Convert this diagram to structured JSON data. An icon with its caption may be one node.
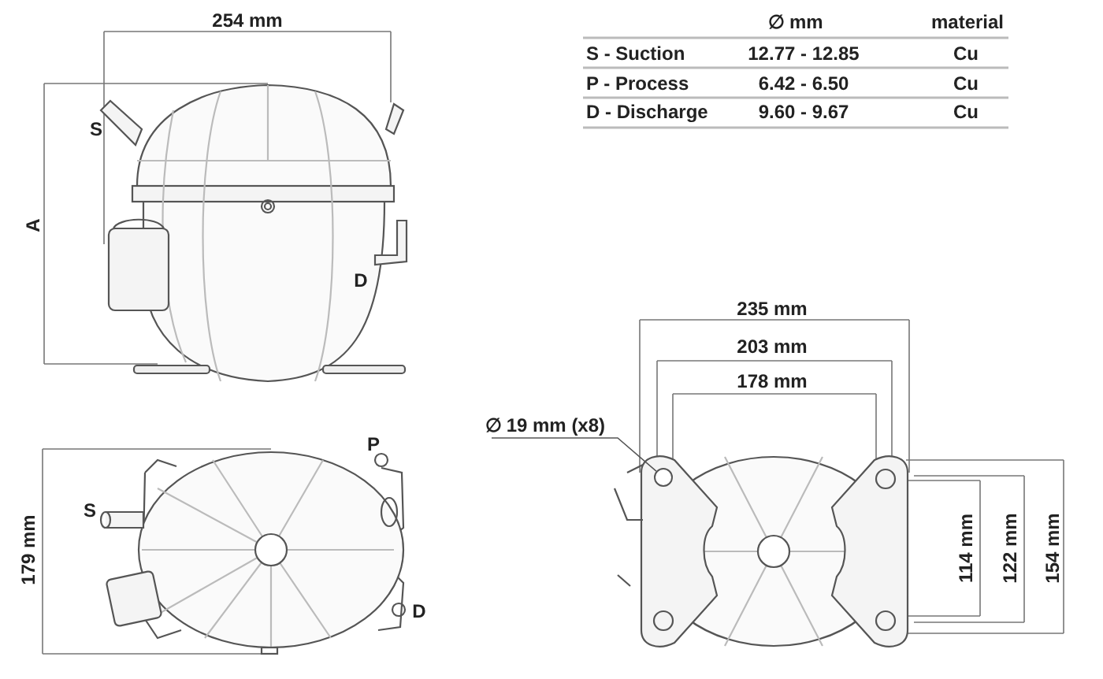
{
  "diagram": {
    "nodes": [
      {
        "text": [
          "∅ 19 mm (x8)"
        ]
      },
      {
        "text": [],
        "shape": "circle"
      }
    ],
    "edges": [
      {
        "from": 0,
        "to": 1,
        "arrow": "none"
      }
    ],
    "labels": [
      "254 mm",
      "S",
      "A",
      "D",
      "∅ mm",
      "material",
      "S - Suction",
      "12.77 - 12.85",
      "Cu",
      "P - Process",
      "6.42 - 6.50",
      "Cu",
      "D - Discharge",
      "9.60 - 9.67",
      "Cu",
      "P",
      "S",
      "D",
      "179 mm",
      "235 mm",
      "203 mm",
      "178 mm",
      "114 mm",
      "122 mm",
      "154 mm"
    ]
  }
}
